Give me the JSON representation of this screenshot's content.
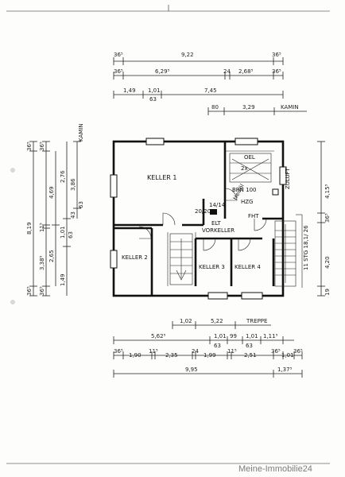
{
  "top_dimensions": {
    "row1": [
      "36⁵",
      "9,22",
      "36⁵"
    ],
    "row2": [
      "36⁵",
      "6,29⁵",
      "24",
      "2,68⁵",
      "36⁵"
    ],
    "row3": [
      "1,49",
      "1,01",
      "63",
      "7,45"
    ],
    "row4": [
      "80",
      "3,29",
      "KAMIN"
    ]
  },
  "left_dimensions": {
    "outer": [
      "36⁵",
      "8,19",
      "36⁵"
    ],
    "middle": [
      "36⁵",
      "11⁵",
      "3,38⁵",
      "36⁵"
    ],
    "inner": [
      "4,69",
      "2,65"
    ],
    "col4": [
      "2,76",
      "1,01",
      "63",
      "1,49"
    ],
    "col5": [
      "3,86",
      "43",
      "63"
    ],
    "kamin": "KAMIN"
  },
  "right_dimensions": [
    "4,15⁵",
    "36⁵",
    "4,20",
    "19"
  ],
  "rooms": {
    "keller1": "KELLER 1",
    "keller2": "KELLER 2",
    "keller3": "KELLER 3",
    "keller4": "KELLER 4",
    "vorkeller": "VORKELLER",
    "elt": "ELT",
    "oel": "OEL",
    "oel_volume": "2x",
    "hzg": "HZG",
    "brenner": "BRN 100",
    "tank_note": "Heizöl",
    "fht": "FHT",
    "zuluft": "ZULUFT",
    "stg": "11 STG 18,1/ 26",
    "vent_size": "20/20",
    "flue_size": "14/14"
  },
  "bottom_dimensions": {
    "treppe_row": [
      "1,02",
      "5,22",
      "TREPPE"
    ],
    "row2": [
      "5,62⁵",
      "1,01",
      "99",
      "1,01",
      "1,11⁵"
    ],
    "row2_sub": [
      "63",
      "63"
    ],
    "row3": [
      "36⁵",
      "1,90",
      "11⁵",
      "2,35",
      "24",
      "1,99",
      "11⁵",
      "2,51",
      "36⁵",
      "1,01",
      "36⁵"
    ],
    "row4": [
      "9,95",
      "1,37⁵"
    ]
  },
  "watermark": "Meine-Immobilie24"
}
